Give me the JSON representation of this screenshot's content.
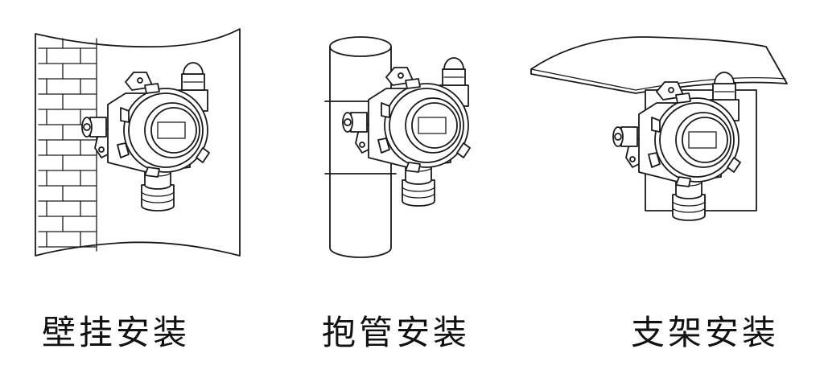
{
  "captions": {
    "wall": "壁挂安装",
    "pipe": "抱管安装",
    "bracket": "支架安装"
  },
  "colors": {
    "line": "#1a1a1a",
    "background": "#ffffff",
    "text": "#111111"
  }
}
